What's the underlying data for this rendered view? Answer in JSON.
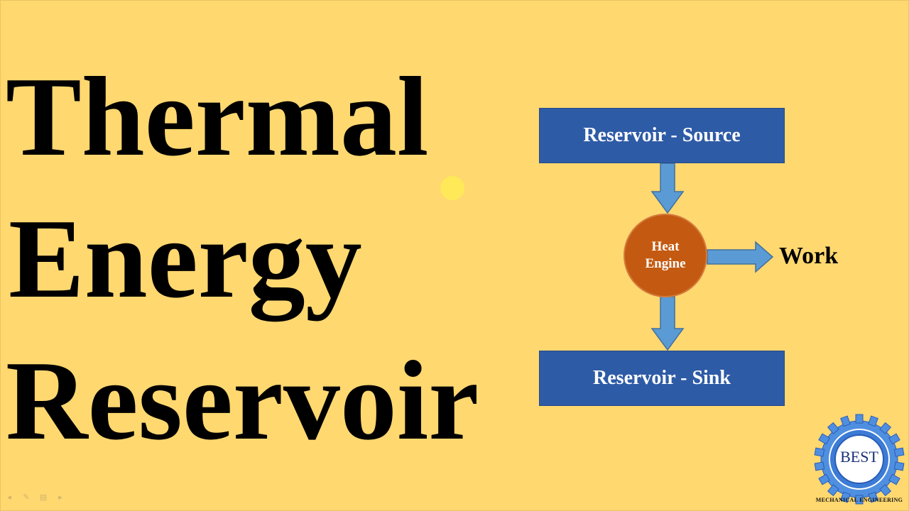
{
  "title": {
    "line1": "Thermal",
    "line2": "Energy",
    "line3": "Reservoir"
  },
  "diagram": {
    "source_label": "Reservoir - Source",
    "sink_label": "Reservoir - Sink",
    "engine_line1": "Heat",
    "engine_line2": "Engine",
    "work_label": "Work"
  },
  "logo": {
    "text": "BEST",
    "caption": "MECHANICAL ENGINEERING"
  },
  "colors": {
    "background": "#FFD870",
    "reservoir": "#2E5BA6",
    "engine": "#C45A11",
    "arrow": "#5B9BD5"
  }
}
